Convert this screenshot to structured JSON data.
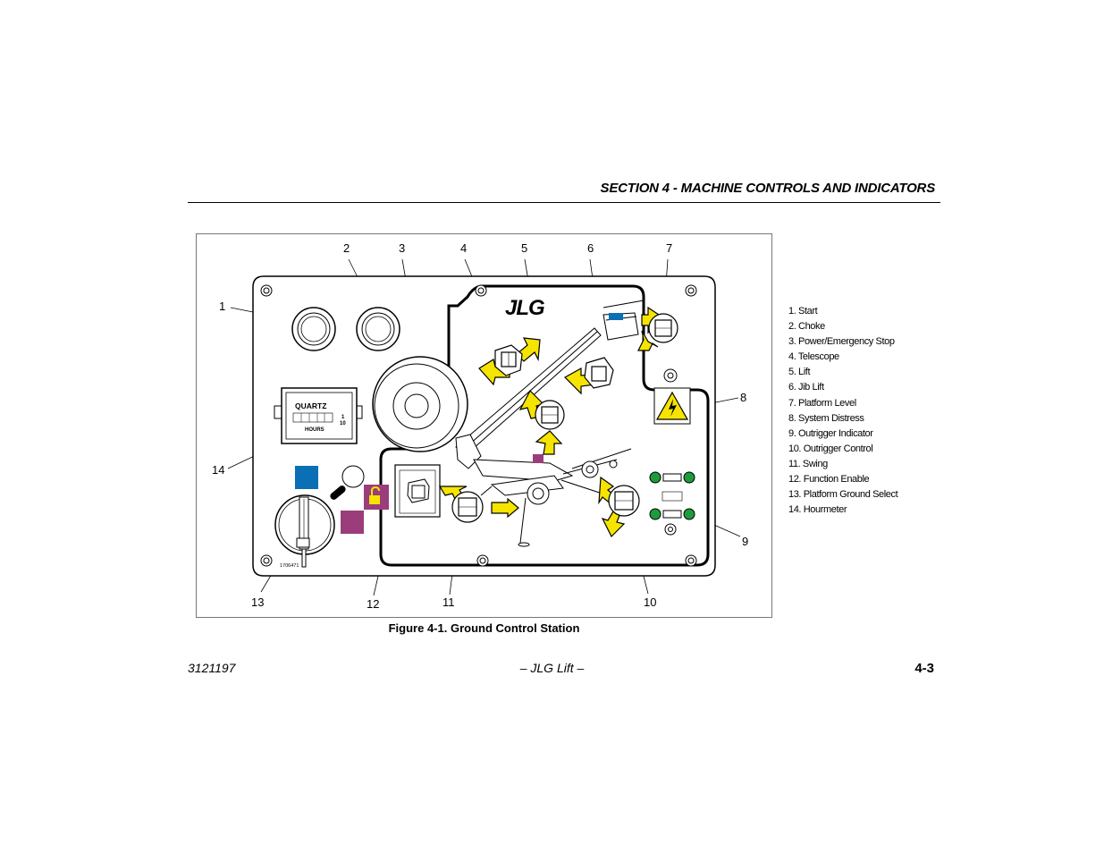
{
  "header": {
    "title": "SECTION 4 - MACHINE CONTROLS AND INDICATORS"
  },
  "figure": {
    "callouts": [
      "1",
      "2",
      "3",
      "4",
      "5",
      "6",
      "7",
      "8",
      "9",
      "10",
      "11",
      "12",
      "13",
      "14"
    ],
    "brand": "JLG",
    "hourmeter": {
      "brand": "QUARTZ",
      "unit": "HOURS",
      "tenths_top": "1",
      "tenths_bottom": "10"
    },
    "part_number": "1706471",
    "caption": "Figure 4-1. Ground Control Station"
  },
  "legend": [
    "1.   Start",
    "2.   Choke",
    "3.   Power/Emergency Stop",
    "4.   Telescope",
    "5.   Lift",
    "6.   Jib Lift",
    "7.   Platform Level",
    "8.   System Distress",
    "9.   Outrigger Indicator",
    "10.  Outrigger Control",
    "11.  Swing",
    "12.  Function Enable",
    "13.  Platform Ground Select",
    "14.  Hourmeter"
  ],
  "footer": {
    "doc_number": "3121197",
    "center": "– JLG Lift –",
    "page": "4-3"
  },
  "colors": {
    "arrow_yellow": "#f5e400",
    "indicator_green": "#1e9b3c",
    "select_blue": "#0a6fb5",
    "select_purple": "#9a3d7a",
    "hazard_yellow": "#f5e400"
  }
}
